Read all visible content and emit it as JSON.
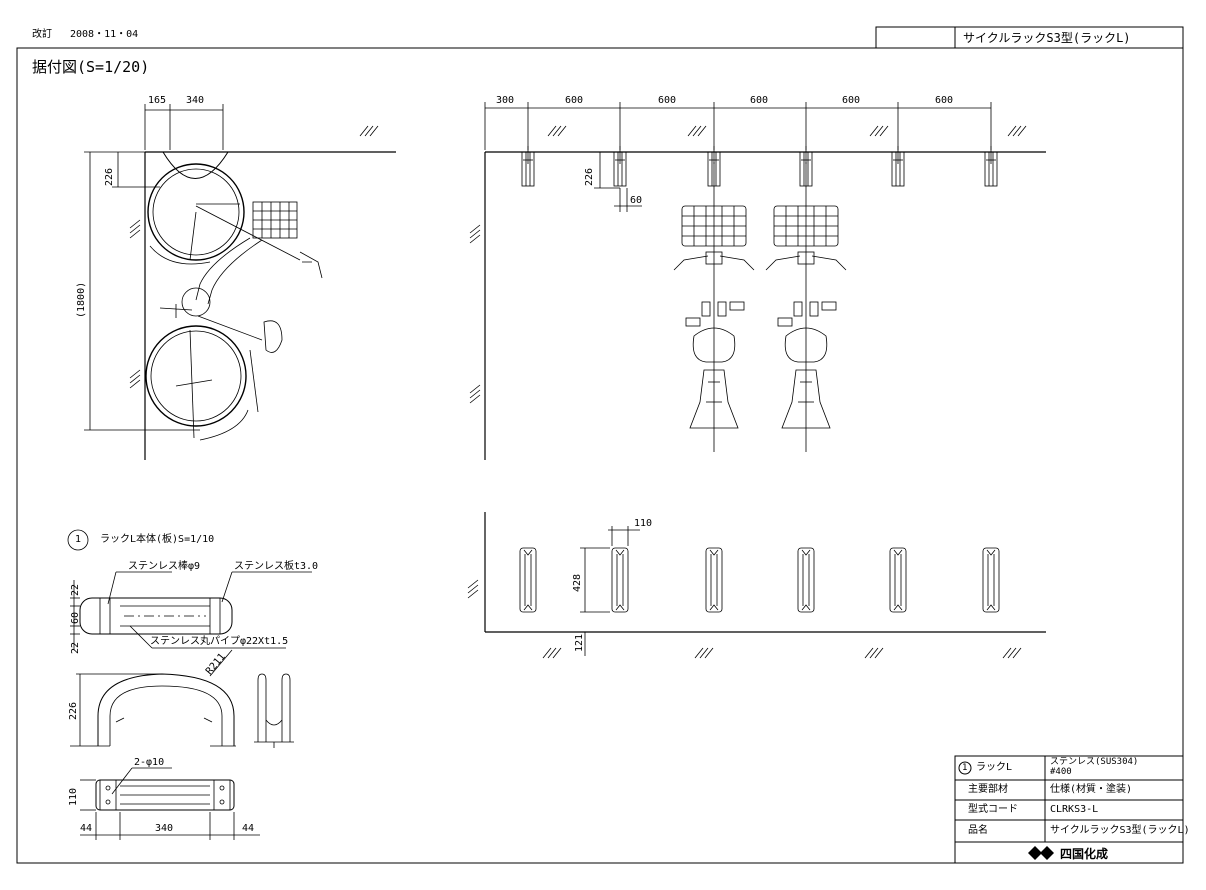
{
  "header": {
    "revision_label": "改訂",
    "revision_date": "2008・11・04",
    "drawing_title": "サイクルラックS3型(ラックL)"
  },
  "installation_view": {
    "title": "据付図(S=1/20)",
    "dims_side": {
      "d165": "165",
      "d340": "340",
      "d226": "226",
      "d1800": "(1800)"
    },
    "dims_front": {
      "spacings": [
        "300",
        "600",
        "600",
        "600",
        "600",
        "600"
      ],
      "d226": "226",
      "d60": "60"
    },
    "dims_plan": {
      "d110": "110",
      "d428": "428",
      "d121": "121"
    }
  },
  "detail": {
    "number": "1",
    "title": "ラックL本体(板)S=1/10",
    "callouts": {
      "rod": "ステンレス棒φ9",
      "plate": "ステンレス板t3.0",
      "pipe": "ステンレス丸パイプφ22Xt1.5",
      "radius": "R211",
      "holes": "2-φ10"
    },
    "dims": {
      "d22a": "22",
      "d60": "60",
      "d22b": "22",
      "d226": "226",
      "d110": "110",
      "d44a": "44",
      "d340": "340",
      "d44b": "44"
    }
  },
  "title_block": {
    "rows": [
      {
        "label": "ラックL",
        "value_line1": "ステンレス(SUS304)",
        "value_line2": "#400"
      },
      {
        "label": "主要部材",
        "value": "仕様(材質・塗装)"
      },
      {
        "label": "型式コード",
        "value": "CLRKS3-L"
      },
      {
        "label": "品名",
        "value": "サイクルラックS3型(ラックL)"
      }
    ],
    "maker_logo": "四国化成"
  }
}
